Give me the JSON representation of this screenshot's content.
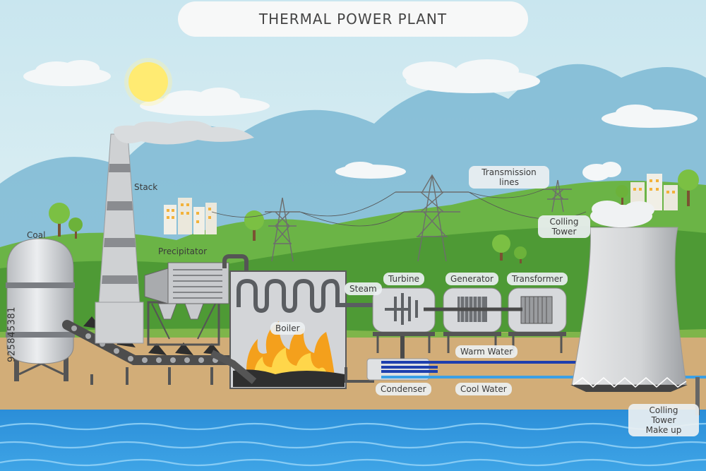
{
  "title": "THERMAL POWER PLANT",
  "watermark_id": "925845381",
  "labels": {
    "coal": "Coal",
    "stack": "Stack",
    "precipitator": "Precipitator",
    "steam": "Steam",
    "boiler": "Boiler",
    "turbine": "Turbine",
    "generator": "Generator",
    "transformer": "Transformer",
    "transmission_1": "Transmission",
    "transmission_2": "lines",
    "colling_tower_1": "Colling",
    "colling_tower_2": "Tower",
    "warm_water": "Warm Water",
    "cool_water": "Cool Water",
    "condenser": "Condenser",
    "makeup_1": "Colling",
    "makeup_2": "Tower",
    "makeup_3": "Make up"
  },
  "colors": {
    "sky_top": "#c9e6ef",
    "sky_bottom": "#e6f3f5",
    "hills_back": "#6aaecb",
    "hills_green": "#5ea83b",
    "ground": "#d2ad78",
    "water": "#2b8ed8",
    "flame": "#f4a01c",
    "warm_pipe": "#1e3fae",
    "cool_pipe": "#3aa0e6"
  }
}
